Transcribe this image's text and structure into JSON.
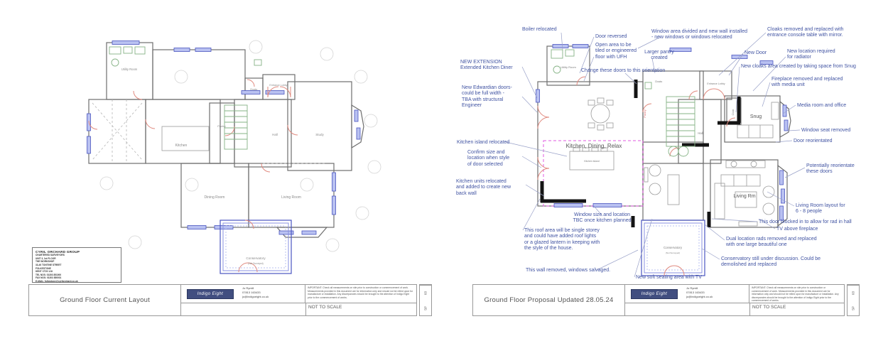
{
  "left_sheet": {
    "title": "Ground Floor Current Layout",
    "company_block": {
      "name": "CYRIL ORCHARD GROUP",
      "lines": [
        "CHARTERED SURVEYORS",
        "UNIT 3, 1st FLOOR",
        "THE WORKSHOP",
        "33-40 TONTINE STREET",
        "FOLKESTONE",
        "KENT CT20 1JU",
        "TEL NOS: 01303 851000",
        "FAX NOS: 01303 850001",
        "E-MAIL: folkestone@cyrilorchard.co.uk"
      ]
    },
    "rooms": {
      "utility": "Utility Room",
      "kitchen": "Kitchen",
      "pantry": "Pantry",
      "hall": "Hall",
      "cloaks": "Cloaks",
      "entrance_lobby": "Entrance Lobby",
      "study": "Study",
      "dining": "Dining Room",
      "living": "Living Room",
      "conservatory": "Conservatory",
      "conservatory_note": "(Not Surveyed)"
    }
  },
  "right_sheet": {
    "title": "Ground Floor Proposal Updated 28.05.24",
    "rooms": {
      "utility": "Utility Room",
      "pantry": "Pantry",
      "cloaks": "Cloaks",
      "entrance_lobby": "Entrance Lobby",
      "hall": "Hall",
      "cloak": "Cloak",
      "snug": "Snug",
      "kitchen": "Kitchen, Dining, Relax",
      "kitchen_island": "Kitchen Island",
      "living": "Living Rm",
      "conservatory": "Conservatory",
      "conservatory_note": "(Not Surveyed)"
    },
    "annotations": [
      {
        "text": "Boiler relocated"
      },
      {
        "text": "Door reversed"
      },
      {
        "text": "Open area to be\ntiled or engineered\nfloor with UFH"
      },
      {
        "text": "Change these doors to this orientation"
      },
      {
        "text": "Window area divided and new wall installed\n- new windows or windows relocated"
      },
      {
        "text": "Larger pantry\ncreated"
      },
      {
        "text": "Cloaks removed and replaced with\nentrance console table with mirror."
      },
      {
        "text": "New Door"
      },
      {
        "text": "New location required\nfor radiator"
      },
      {
        "text": "New cloaks area created by taking space from Snug"
      },
      {
        "text": "Fireplace removed and replaced\nwith media unit"
      },
      {
        "text": "NEW EXTENSION\nExtended Kitchen Diner"
      },
      {
        "text": "New Edwardian doors-\ncould be full width -\nTBA with structural\nEngineer"
      },
      {
        "text": "Media room and office"
      },
      {
        "text": "Window seat removed"
      },
      {
        "text": "Door reorientated"
      },
      {
        "text": "Potentially reorientate\nthese doors"
      },
      {
        "text": "Kitchen island relocated"
      },
      {
        "text": "Confirm size and\nlocation when style\nof door selected"
      },
      {
        "text": "Kitchen units relocated\nand added to create new\nback wall"
      },
      {
        "text": "Window size and location\nTBC once kitchen planned"
      },
      {
        "text": "This roof area will be single storey\nand could have added roof lights\nor a glazed lantern in keeping with\nthe style of the house."
      },
      {
        "text": "This wall removed, windows salvaged."
      },
      {
        "text": "New soft seating area with TV"
      },
      {
        "text": "Living Room layout for\n6 - 8 people"
      },
      {
        "text": "This door blocked in to allow for rad in hall"
      },
      {
        "text": "TV above fireplace"
      },
      {
        "text": "Dual location rads removed and replaced\nwith one large beautiful one"
      },
      {
        "text": "Conservatory still under discussion. Could be\ndemolished and replaced"
      }
    ]
  },
  "title_block": {
    "brand": "Indigo Eight",
    "contact": {
      "name": "Jo Rymill",
      "phone": "07813 163433",
      "email": "jo@indigoeight.co.uk"
    },
    "disclaimer": "IMPORTANT: Check all measurements on site prior to construction or commencement of work. Measurements provided in this document are for information only and should not be relied upon for manufacture or installation. Any discrepancies should be brought to the attention of Indigo Eight prior to the commencement of works.",
    "scale_note": "NOT TO SCALE",
    "sheet_num": "03",
    "sheet_code": "SP"
  },
  "colors": {
    "annotation_blue": "#4053a2",
    "brand_navy": "#414e80",
    "window_blue": "#4a55c0",
    "door_red": "#e0897e",
    "stair_green": "#86b386",
    "new_wall_black": "#141414",
    "highlight_magenta": "#e25ae2"
  }
}
